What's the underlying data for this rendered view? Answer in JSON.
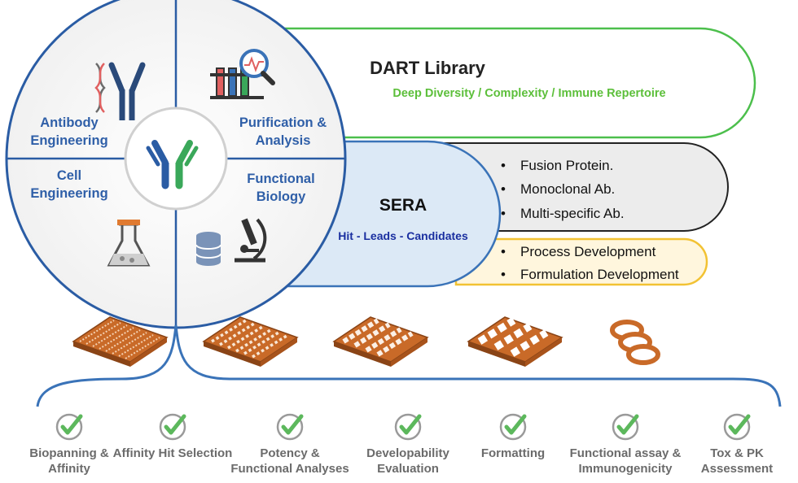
{
  "dart": {
    "title": "DART Library",
    "subtitle": "Deep Diversity / Complexity / Immune Repertoire",
    "outline_color": "#4cbf4c",
    "subtitle_color": "#5cbf3a"
  },
  "sera": {
    "title": "SERA",
    "subtitle": "Hit - Leads - Candidates",
    "fill_color": "#dce9f6",
    "outline_color": "#3a73b8",
    "subtitle_color": "#1a2fa0"
  },
  "grey_box": {
    "items": [
      "Fusion Protein.",
      "Monoclonal Ab.",
      "Multi-specific Ab."
    ],
    "fill_color": "#ececec"
  },
  "yellow_box": {
    "items": [
      "Process Development",
      "Formulation Development"
    ],
    "fill_color": "#fff6dd",
    "outline_color": "#f2c233"
  },
  "circle": {
    "quadrants": {
      "antibody_engineering": "Antibody Engineering",
      "purification_analysis": "Purification & Analysis",
      "cell_engineering": "Cell Engineering",
      "functional_biology": "Functional Biology"
    },
    "outline_color": "#2a5ca4",
    "icons": [
      "dna-antibody-icon",
      "test-tubes-magnifier-icon",
      "flask-icon",
      "database-icon",
      "microscope-icon",
      "antibody-icon"
    ]
  },
  "plates": [
    "plate-384-icon",
    "plate-96-icon",
    "plate-48-icon",
    "plate-24-icon",
    "plate-6-icon"
  ],
  "steps": [
    {
      "label": "Biopanning & Affinity"
    },
    {
      "label": "Affinity Hit Selection"
    },
    {
      "label": "Potency & Functional Analyses"
    },
    {
      "label": "Developability Evaluation"
    },
    {
      "label": "Formatting"
    },
    {
      "label": "Functional assay & Immunogenicity"
    },
    {
      "label": "Tox & PK Assessment"
    }
  ],
  "check_color": "#5cb85c"
}
